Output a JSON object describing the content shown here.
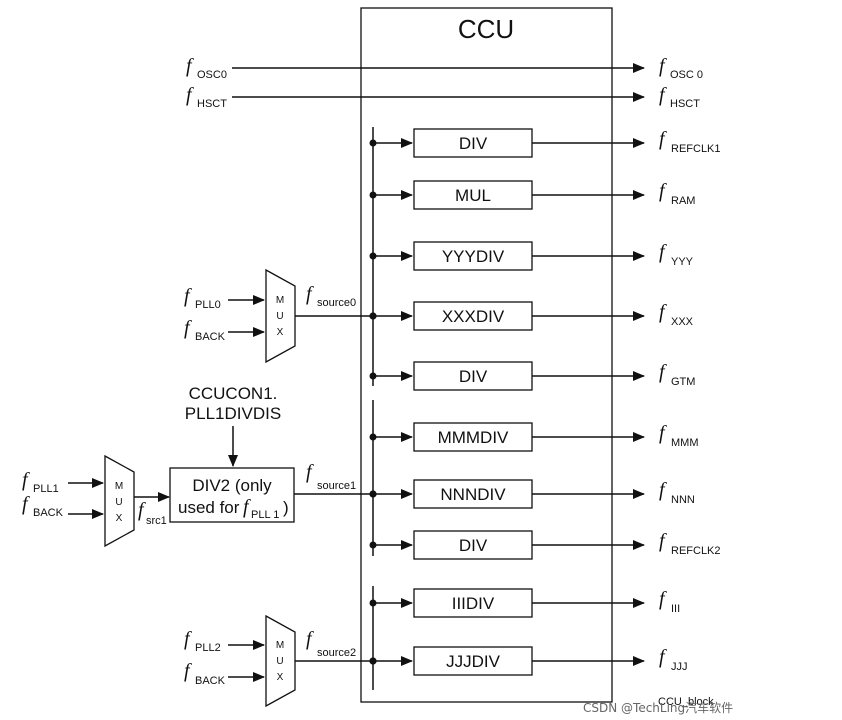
{
  "ccu_title": "CCU",
  "f_symbol": "f",
  "pass_through": [
    {
      "in_sub": "OSC0",
      "out_sub": "OSC 0"
    },
    {
      "in_sub": "HSCT",
      "out_sub": "HSCT"
    }
  ],
  "blocks": [
    {
      "label": "DIV",
      "out_sub": "REFCLK1"
    },
    {
      "label": "MUL",
      "out_sub": "RAM"
    },
    {
      "label": "YYYDIV",
      "out_sub": "YYY"
    },
    {
      "label": "XXXDIV",
      "out_sub": "XXX"
    },
    {
      "label": "DIV",
      "out_sub": "GTM"
    },
    {
      "label": "MMMDIV",
      "out_sub": "MMM"
    },
    {
      "label": "NNNDIV",
      "out_sub": "NNN"
    },
    {
      "label": "DIV",
      "out_sub": "REFCLK2"
    },
    {
      "label": "IIIDIV",
      "out_sub": "III"
    },
    {
      "label": "JJJDIV",
      "out_sub": "JJJ"
    }
  ],
  "mux_label": [
    "M",
    "U",
    "X"
  ],
  "mux0": {
    "in1_sub": "PLL0",
    "in2_sub": "BACK",
    "out_sub": "source0"
  },
  "mux1": {
    "in1_sub": "PLL1",
    "in2_sub": "BACK",
    "out_sub": "src1"
  },
  "mux2": {
    "in1_sub": "PLL2",
    "in2_sub": "BACK",
    "out_sub": "source2"
  },
  "div2": {
    "line1": "DIV2 (only",
    "line2": "used for",
    "sub": "PLL 1"
  },
  "ccucon": {
    "line1": "CCUCON1.",
    "line2": "PLL1DIVDIS"
  },
  "source1_sub": "source1",
  "footer": {
    "ccu_block": "CCU_block",
    "csdn": "CSDN @TechLing汽车软件"
  }
}
